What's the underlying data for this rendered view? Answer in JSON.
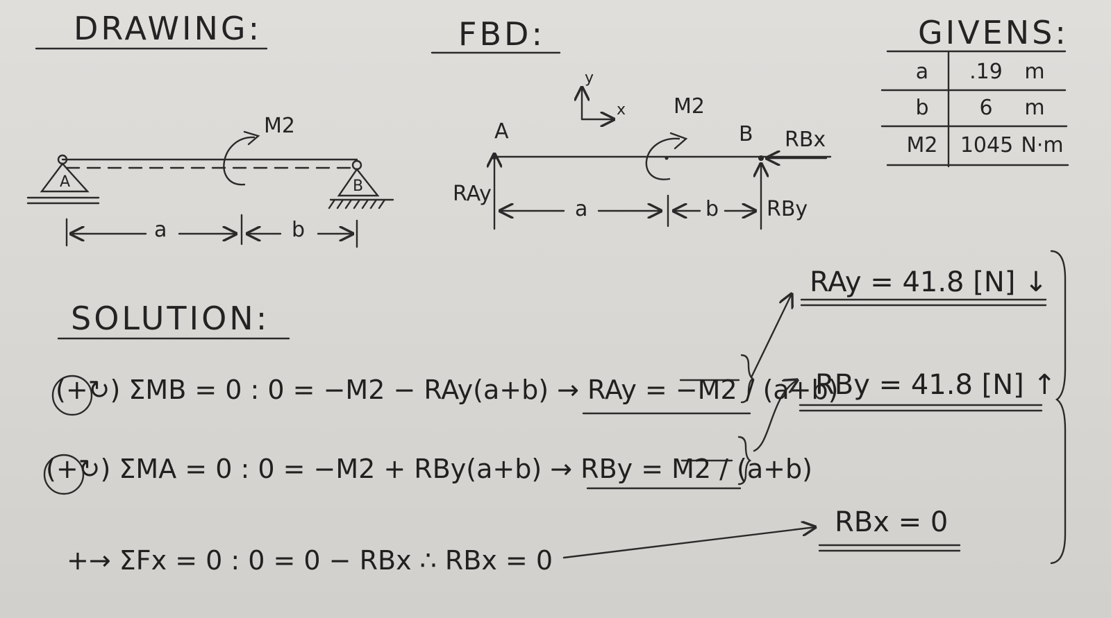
{
  "headings": {
    "drawing": "DRAWING:",
    "fbd": "FBD:",
    "givens": "GIVENS:",
    "solution": "SOLUTION:"
  },
  "drawing": {
    "label_a": "A",
    "label_b": "B",
    "moment": "M2",
    "dim_a": "a",
    "dim_b": "b"
  },
  "fbd": {
    "label_a": "A",
    "label_b": "B",
    "moment": "M2",
    "axis_x": "x",
    "axis_y": "y",
    "r_ay": "RAy",
    "r_by": "RBy",
    "r_bx": "RBx",
    "dim_a": "a",
    "dim_b": "b"
  },
  "givens": [
    {
      "symbol": "a",
      "value": ".19",
      "unit": "m"
    },
    {
      "symbol": "b",
      "value": "6",
      "unit": "m"
    },
    {
      "symbol": "M2",
      "value": "1045",
      "unit": "N·m"
    }
  ],
  "solution": {
    "eq1": "(+↻) ΣMB = 0 : 0 = −M2 − RAy(a+b) → RAy = −M2 / (a+b)",
    "eq2": "(+↻) ΣMA = 0 : 0 = −M2 + RBy(a+b) → RBy = M2 / (a+b)",
    "eq3": "+→ ΣFx = 0 : 0 = 0 − RBx ∴ RBx = 0",
    "res1": "RAy = 41.8 [N] ↓",
    "res2": "RBy = 41.8 [N] ↑",
    "res3": "RBx = 0"
  }
}
